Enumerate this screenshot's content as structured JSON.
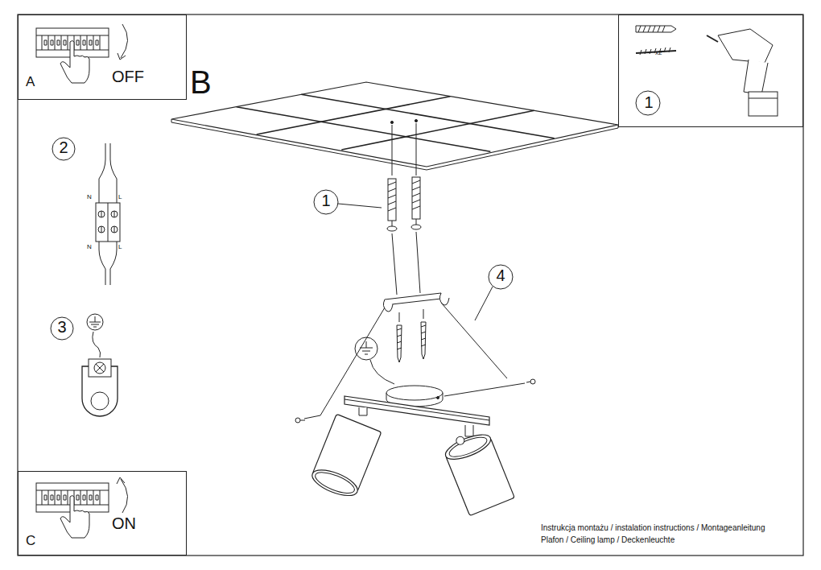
{
  "diagram": {
    "nodes": [
      {
        "text": [
          "A",
          "OFF"
        ]
      },
      {
        "text": [
          "1",
          "x2"
        ]
      },
      {
        "text": [
          "C",
          "ON"
        ]
      }
    ],
    "labels": [
      "B",
      "1",
      "2",
      "N",
      "L",
      "N",
      "L",
      "3",
      "4",
      "Instrukcja montażu / instalation instructions / Montageanleitung",
      "Plafon / Ceiling lamp / Deckenleuchte"
    ]
  }
}
